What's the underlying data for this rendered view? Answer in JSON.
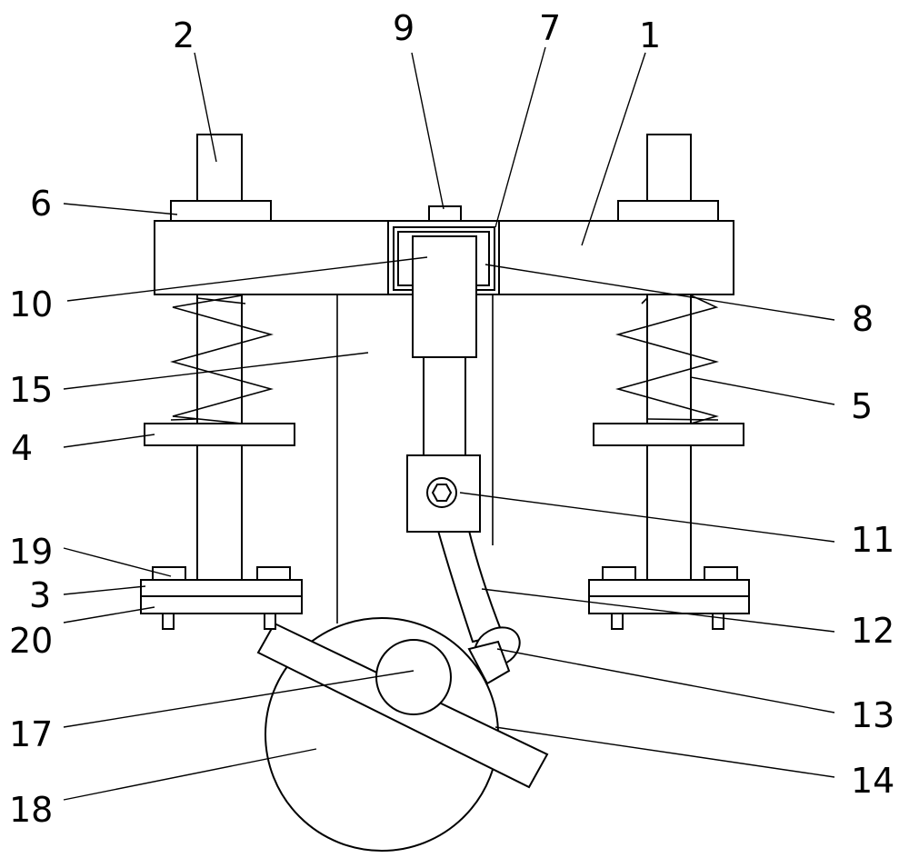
{
  "labels": {
    "l1": "1",
    "l2": "2",
    "l3": "3",
    "l4": "4",
    "l5": "5",
    "l6": "6",
    "l7": "7",
    "l8": "8",
    "l9": "9",
    "l10": "10",
    "l11": "11",
    "l12": "12",
    "l13": "13",
    "l14": "14",
    "l15": "15",
    "l17": "17",
    "l18": "18",
    "l19": "19",
    "l20": "20"
  }
}
